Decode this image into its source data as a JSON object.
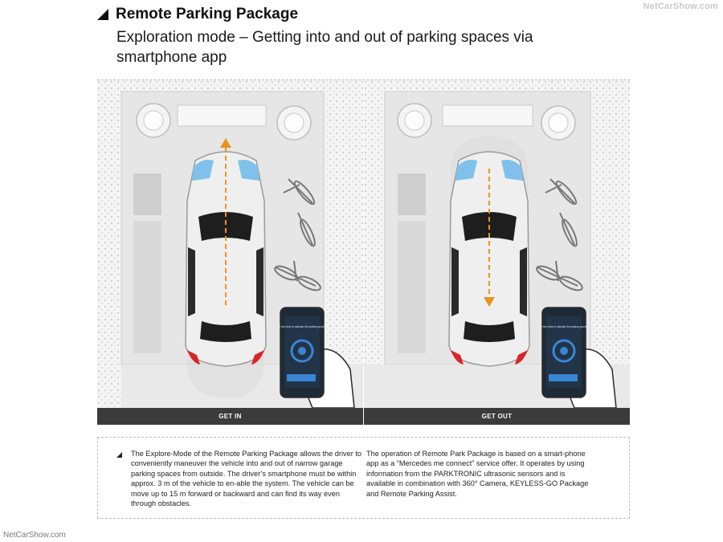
{
  "header": {
    "title": "Remote Parking Package",
    "subtitle": "Exploration mode – Getting into and out of parking spaces via smartphone app"
  },
  "watermark": {
    "top": "NetCarShow.com",
    "bottom": "NetCarShow.com"
  },
  "panels": [
    {
      "label": "GET IN",
      "phone_text": "Trace the circle to activate the parking procedure."
    },
    {
      "label": "GET OUT",
      "phone_text": "Trace the circle to activate the parking procedure."
    }
  ],
  "info": {
    "left_text": "The Explore-Mode of the Remote Parking Package allows the driver to conveniently maneuver the vehicle into and out of narrow garage parking spaces from outside. The driver’s smartphone must be within approx. 3 m of the vehicle to en-able the system. The vehicle can be move up to 15 m forward or backward and can find its way even through obstacles.",
    "right_text": "The operation of Remote Park Package is based on a smart-phone app as a “Mercedes me connect” service offer. It operates by using information from the PARKTRONIC ultrasonic sensors and is available in combination with 360° Camera, KEYLESS-GO Package and Remote Parking Assist."
  },
  "colors": {
    "accent_orange": "#e8931e",
    "phone_blue": "#3a86d4",
    "label_bar": "#3b3b3b",
    "brake_light": "#d9252a"
  }
}
